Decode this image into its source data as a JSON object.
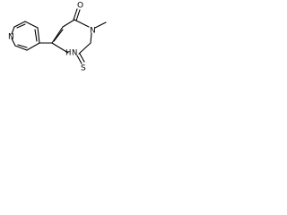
{
  "structure": {
    "atoms": {
      "o": "O",
      "n3": "N",
      "nh": "N",
      "h": "H",
      "s": "S",
      "pyridine_n": "N"
    },
    "colors": {
      "bonds": "#000000",
      "text": "#000000",
      "background": "#ffffff"
    }
  }
}
